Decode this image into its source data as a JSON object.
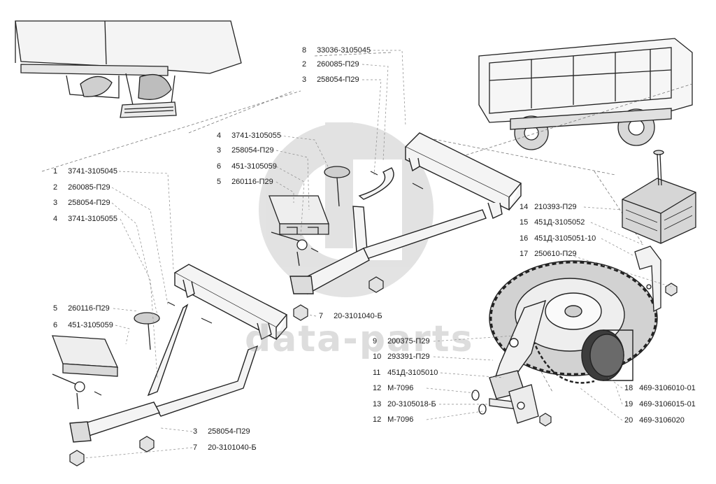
{
  "watermark": "data-parts",
  "callouts": [
    {
      "id": "c01",
      "num": "8",
      "code": "33036-3105045"
    },
    {
      "id": "c02",
      "num": "2",
      "code": "260085-П29"
    },
    {
      "id": "c03",
      "num": "3",
      "code": "258054-П29"
    },
    {
      "id": "c04",
      "num": "4",
      "code": "3741-3105055"
    },
    {
      "id": "c05",
      "num": "3",
      "code": "258054-П29"
    },
    {
      "id": "c06",
      "num": "6",
      "code": "451-3105059"
    },
    {
      "id": "c07",
      "num": "5",
      "code": "260116-П29"
    },
    {
      "id": "c08",
      "num": "1",
      "code": "3741-3105045"
    },
    {
      "id": "c09",
      "num": "2",
      "code": "260085-П29"
    },
    {
      "id": "c10",
      "num": "3",
      "code": "258054-П29"
    },
    {
      "id": "c11",
      "num": "4",
      "code": "3741-3105055"
    },
    {
      "id": "c12",
      "num": "5",
      "code": "260116-П29"
    },
    {
      "id": "c13",
      "num": "6",
      "code": "451-3105059"
    },
    {
      "id": "c14",
      "num": "7",
      "code": "20-3101040-Б"
    },
    {
      "id": "c15",
      "num": "14",
      "code": "210393-П29"
    },
    {
      "id": "c16",
      "num": "15",
      "code": "451Д-3105052"
    },
    {
      "id": "c17",
      "num": "16",
      "code": "451Д-3105051-10"
    },
    {
      "id": "c18",
      "num": "17",
      "code": "250610-П29"
    },
    {
      "id": "c19",
      "num": "9",
      "code": "200375-П29"
    },
    {
      "id": "c20",
      "num": "10",
      "code": "293391-П29"
    },
    {
      "id": "c21",
      "num": "11",
      "code": "451Д-3105010"
    },
    {
      "id": "c22",
      "num": "12",
      "code": "М-7096"
    },
    {
      "id": "c23",
      "num": "13",
      "code": "20-3105018-Б"
    },
    {
      "id": "c24",
      "num": "12",
      "code": "М-7096"
    },
    {
      "id": "c25",
      "num": "3",
      "code": "258054-П29"
    },
    {
      "id": "c26",
      "num": "7",
      "code": "20-3101040-Б"
    },
    {
      "id": "c27",
      "num": "18",
      "code": "469-3106010-01"
    },
    {
      "id": "c28",
      "num": "19",
      "code": "469-3106015-01"
    },
    {
      "id": "c29",
      "num": "20",
      "code": "469-3106020"
    }
  ]
}
